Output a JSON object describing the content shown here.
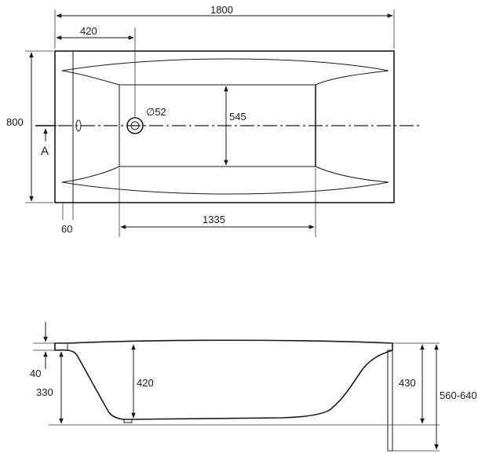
{
  "top_view": {
    "dim_overall_length": "1800",
    "dim_drain_offset": "420",
    "dim_width": "800",
    "dim_inner_width": "545",
    "dim_inner_length": "1335",
    "dim_rim": "60",
    "drain_diameter": "∅52",
    "section_marker": "A"
  },
  "side_view": {
    "dim_rim_height": "40",
    "dim_floor_height": "330",
    "dim_depth": "420",
    "dim_panel_height": "430",
    "dim_total_height": "560-640"
  }
}
